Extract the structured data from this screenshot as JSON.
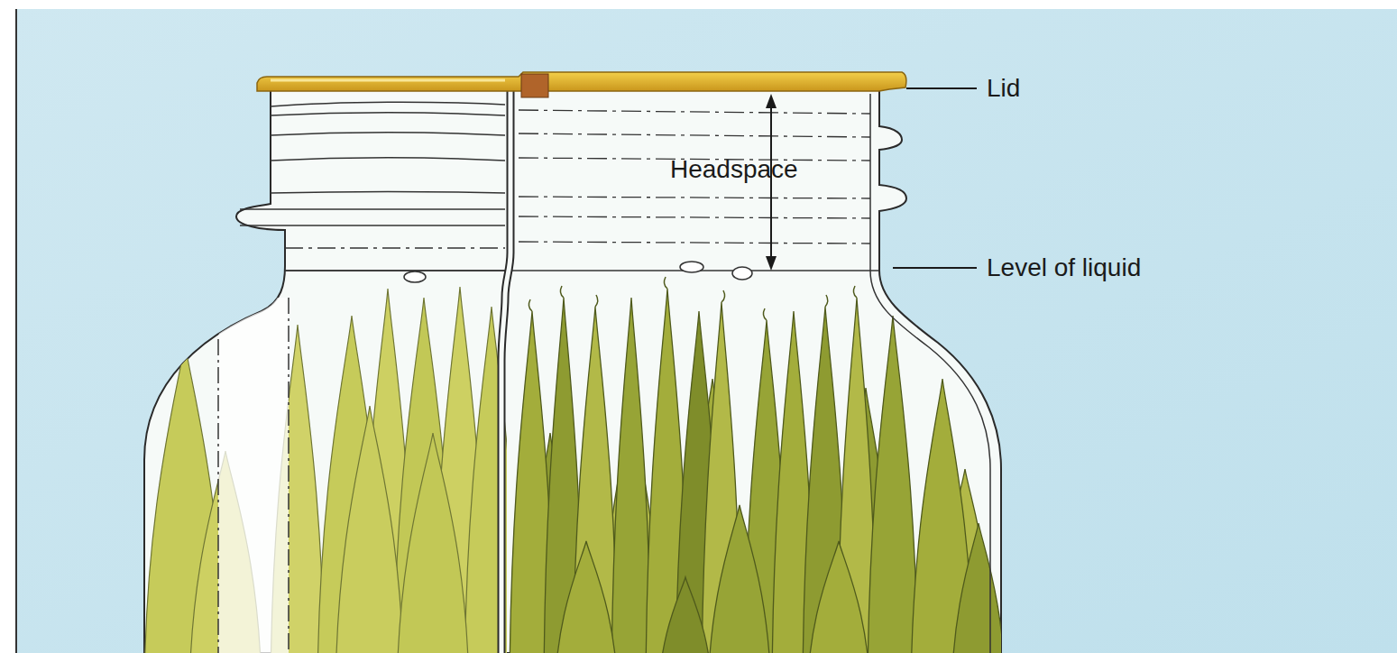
{
  "diagram": {
    "labels": [
      "Lid",
      "Headspace",
      "Level of liquid"
    ]
  }
}
